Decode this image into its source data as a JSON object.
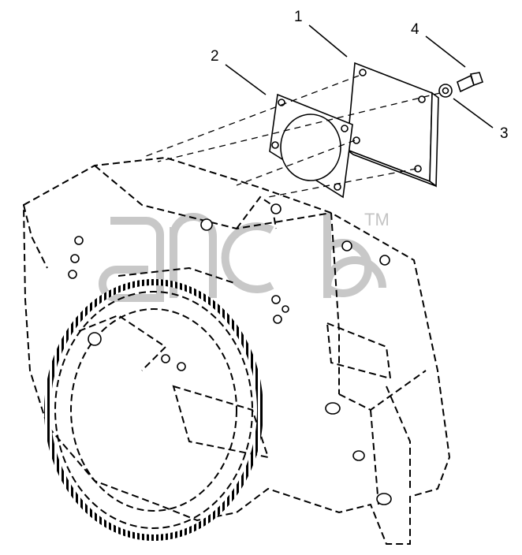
{
  "callouts": {
    "c1": "1",
    "c2": "2",
    "c3": "3",
    "c4": "4"
  },
  "watermark": {
    "trademark": "TM"
  },
  "colors": {
    "line": "#000000",
    "watermark": "#c8c8c8"
  }
}
